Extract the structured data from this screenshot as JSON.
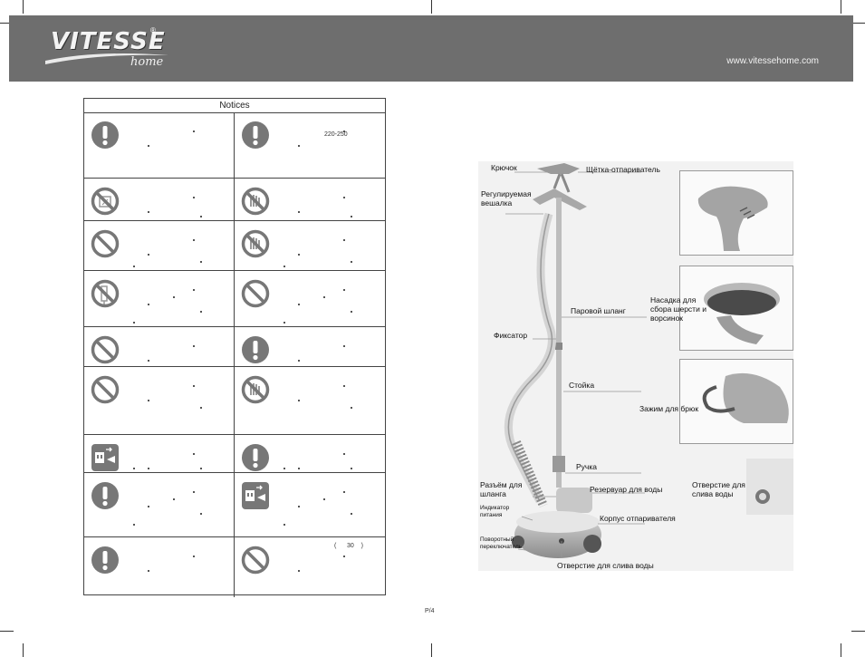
{
  "brand": {
    "name": "VITESSE",
    "sub": "home",
    "registered": "®"
  },
  "site_url": "www.vitessehome.com",
  "notices": {
    "title": "Notices",
    "voltage_text": "220-250",
    "time_text": "30",
    "open_paren": "(",
    "close_paren": ")"
  },
  "labels": {
    "hook": "Крючок",
    "brush": "Щётка-отпариватель",
    "hanger": "Регулируемая вешалка",
    "hose": "Паровой шланг",
    "lint": "Насадка для сбора шерсти и ворсинок",
    "fixer": "Фиксатор",
    "pole": "Стойка",
    "clip": "Зажим для брюк",
    "handle": "Ручка",
    "socket": "Разъём для шланга",
    "tank": "Резервуар для воды",
    "drain_top": "Отверстие для слива воды",
    "indicator": "Индикатор питания",
    "body": "Корпус отпаривателя",
    "switch": "Поворотный переключатель",
    "drain_bottom": "Отверстие для слива воды"
  },
  "icons": {
    "warning": "exclamation-icon",
    "prohibited": "prohibition-icon",
    "no_touch": "no-hand-icon",
    "no_water": "no-water-icon",
    "unplug": "unplug-icon"
  },
  "page": "P/4"
}
